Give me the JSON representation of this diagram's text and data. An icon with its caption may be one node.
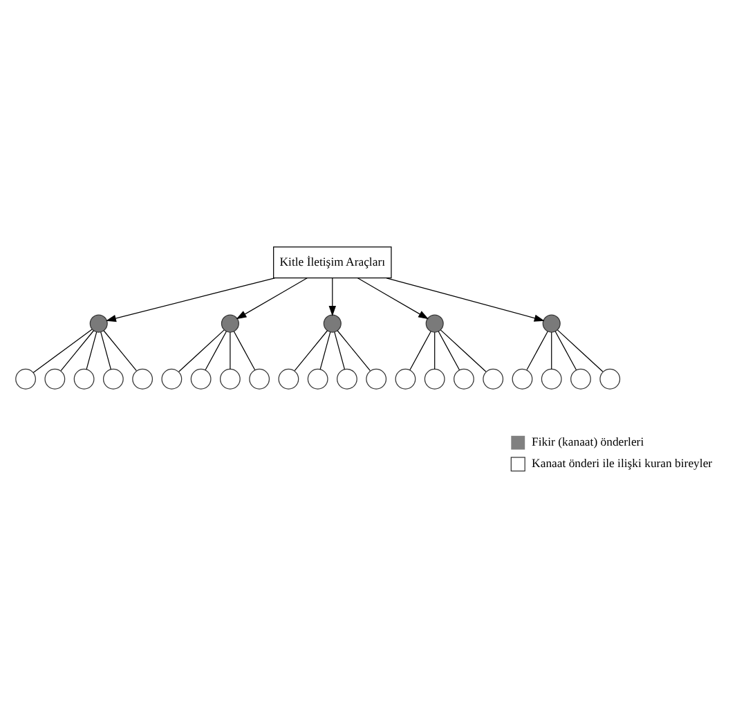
{
  "diagram": {
    "nodes": [
      {
        "text": [
          "Kitle İletişim Araçları"
        ]
      },
      {
        "text": [],
        "shape": "circle"
      },
      {
        "text": [],
        "shape": "circle"
      },
      {
        "text": [],
        "shape": "circle"
      },
      {
        "text": [],
        "shape": "circle"
      },
      {
        "text": [],
        "shape": "circle"
      },
      {
        "text": [],
        "shape": "circle"
      },
      {
        "text": [],
        "shape": "circle"
      },
      {
        "text": [],
        "shape": "circle"
      },
      {
        "text": [],
        "shape": "circle"
      },
      {
        "text": [],
        "shape": "circle"
      },
      {
        "text": [],
        "shape": "circle"
      },
      {
        "text": [],
        "shape": "circle"
      },
      {
        "text": [],
        "shape": "circle"
      },
      {
        "text": [],
        "shape": "circle"
      },
      {
        "text": [],
        "shape": "circle"
      },
      {
        "text": [],
        "shape": "circle"
      },
      {
        "text": [],
        "shape": "circle"
      },
      {
        "text": [],
        "shape": "circle"
      },
      {
        "text": [],
        "shape": "circle"
      },
      {
        "text": [],
        "shape": "circle"
      },
      {
        "text": [],
        "shape": "circle"
      },
      {
        "text": [],
        "shape": "circle"
      },
      {
        "text": [],
        "shape": "circle"
      },
      {
        "text": [],
        "shape": "circle"
      },
      {
        "text": [],
        "shape": "circle"
      },
      {
        "text": [],
        "shape": "circle"
      }
    ],
    "edges": [
      {
        "from": 0,
        "to": 1,
        "arrow": "to"
      },
      {
        "from": 0,
        "to": 2,
        "arrow": "to"
      },
      {
        "from": 0,
        "to": 3,
        "arrow": "to"
      },
      {
        "from": 0,
        "to": 4,
        "arrow": "to"
      },
      {
        "from": 0,
        "to": 5,
        "arrow": "to"
      },
      {
        "from": 1,
        "to": 6,
        "arrow": "none"
      },
      {
        "from": 1,
        "to": 7,
        "arrow": "none"
      },
      {
        "from": 1,
        "to": 8,
        "arrow": "none"
      },
      {
        "from": 1,
        "to": 9,
        "arrow": "none"
      },
      {
        "from": 1,
        "to": 10,
        "arrow": "none"
      },
      {
        "from": 2,
        "to": 11,
        "arrow": "none"
      },
      {
        "from": 2,
        "to": 12,
        "arrow": "none"
      },
      {
        "from": 2,
        "to": 13,
        "arrow": "none"
      },
      {
        "from": 2,
        "to": 14,
        "arrow": "none"
      },
      {
        "from": 3,
        "to": 15,
        "arrow": "none"
      },
      {
        "from": 3,
        "to": 16,
        "arrow": "none"
      },
      {
        "from": 3,
        "to": 17,
        "arrow": "none"
      },
      {
        "from": 3,
        "to": 18,
        "arrow": "none"
      },
      {
        "from": 4,
        "to": 19,
        "arrow": "none"
      },
      {
        "from": 4,
        "to": 20,
        "arrow": "none"
      },
      {
        "from": 4,
        "to": 21,
        "arrow": "none"
      },
      {
        "from": 4,
        "to": 22,
        "arrow": "none"
      },
      {
        "from": 5,
        "to": 23,
        "arrow": "none"
      },
      {
        "from": 5,
        "to": 24,
        "arrow": "none"
      },
      {
        "from": 5,
        "to": 25,
        "arrow": "none"
      },
      {
        "from": 5,
        "to": 26,
        "arrow": "none"
      }
    ],
    "legend": [
      {
        "text": "Fikir (kanaat) önderleri",
        "color": "#808080"
      },
      {
        "text": "Kanaat önderi ile ilişki kuran bireyler"
      }
    ]
  }
}
